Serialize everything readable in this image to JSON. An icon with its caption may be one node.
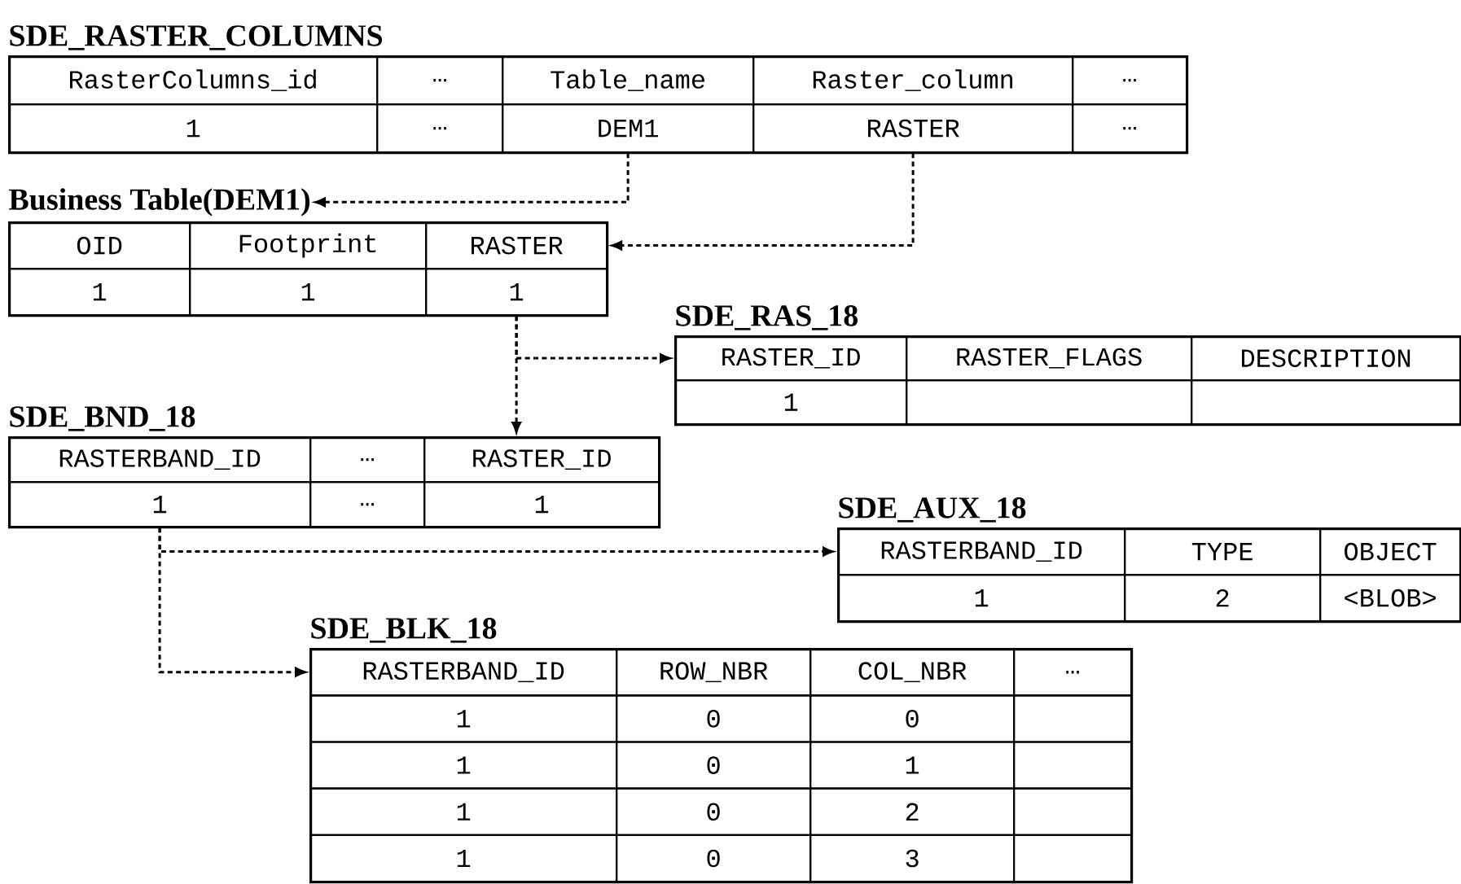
{
  "diagram": {
    "nodes": [
      {
        "text": [
          "SDE_RASTER_COLUMNS"
        ]
      },
      {
        "text": [
          "RasterColumns_id"
        ],
        "in": 0
      },
      {
        "text": [
          "…"
        ],
        "in": 0
      },
      {
        "text": [
          "Table_name"
        ],
        "in": 0
      },
      {
        "text": [
          "Raster_column"
        ],
        "in": 0
      },
      {
        "text": [
          "…"
        ],
        "in": 0
      },
      {
        "text": [
          "1"
        ],
        "in": 0
      },
      {
        "text": [
          "…"
        ],
        "in": 0
      },
      {
        "text": [
          "DEM1"
        ],
        "in": 0
      },
      {
        "text": [
          "RASTER"
        ],
        "in": 0
      },
      {
        "text": [
          "…"
        ],
        "in": 0
      },
      {
        "text": [
          "Business Table(DEM1)"
        ]
      },
      {
        "text": [
          "OID"
        ],
        "in": 11
      },
      {
        "text": [
          "Footprint"
        ],
        "in": 11
      },
      {
        "text": [
          "RASTER"
        ],
        "in": 11
      },
      {
        "text": [
          "1"
        ],
        "in": 11
      },
      {
        "text": [
          "1"
        ],
        "in": 11
      },
      {
        "text": [
          "1"
        ],
        "in": 11
      },
      {
        "text": [
          "SDE_RAS_18"
        ]
      },
      {
        "text": [
          "RASTER_ID"
        ],
        "in": 18
      },
      {
        "text": [
          "RASTER_FLAGS"
        ],
        "in": 18
      },
      {
        "text": [
          "DESCRIPTION"
        ],
        "in": 18
      },
      {
        "text": [
          "1"
        ],
        "in": 18
      },
      {
        "text": [],
        "shape": "box",
        "in": 18
      },
      {
        "text": [],
        "shape": "box",
        "in": 18
      },
      {
        "text": [
          "SDE_BND_18"
        ]
      },
      {
        "text": [
          "RASTERBAND_ID"
        ],
        "in": 25
      },
      {
        "text": [
          "…"
        ],
        "in": 25
      },
      {
        "text": [
          "RASTER_ID"
        ],
        "in": 25
      },
      {
        "text": [
          "1"
        ],
        "in": 25
      },
      {
        "text": [
          "…"
        ],
        "in": 25
      },
      {
        "text": [
          "1"
        ],
        "in": 25
      },
      {
        "text": [
          "SDE_AUX_18"
        ]
      },
      {
        "text": [
          "RASTERBAND_ID"
        ],
        "in": 32
      },
      {
        "text": [
          "TYPE"
        ],
        "in": 32
      },
      {
        "text": [
          "OBJECT"
        ],
        "in": 32
      },
      {
        "text": [
          "1"
        ],
        "in": 32
      },
      {
        "text": [
          "2"
        ],
        "in": 32
      },
      {
        "text": [
          "<BLOB>"
        ],
        "in": 32
      },
      {
        "text": [
          "SDE_BLK_18"
        ]
      },
      {
        "text": [
          "RASTERBAND_ID"
        ],
        "in": 39
      },
      {
        "text": [
          "ROW_NBR"
        ],
        "in": 39
      },
      {
        "text": [
          "COL_NBR"
        ],
        "in": 39
      },
      {
        "text": [
          "…"
        ],
        "in": 39
      },
      {
        "text": [
          "1"
        ],
        "in": 39
      },
      {
        "text": [
          "0"
        ],
        "in": 39
      },
      {
        "text": [
          "0"
        ],
        "in": 39
      },
      {
        "text": [],
        "shape": "box",
        "in": 39
      },
      {
        "text": [
          "1"
        ],
        "in": 39
      },
      {
        "text": [
          "0"
        ],
        "in": 39
      },
      {
        "text": [
          "1"
        ],
        "in": 39
      },
      {
        "text": [],
        "shape": "box",
        "in": 39
      },
      {
        "text": [
          "1"
        ],
        "in": 39
      },
      {
        "text": [
          "0"
        ],
        "in": 39
      },
      {
        "text": [
          "2"
        ],
        "in": 39
      },
      {
        "text": [],
        "shape": "box",
        "in": 39
      },
      {
        "text": [
          "1"
        ],
        "in": 39
      },
      {
        "text": [
          "0"
        ],
        "in": 39
      },
      {
        "text": [
          "3"
        ],
        "in": 39
      },
      {
        "text": [],
        "shape": "box",
        "in": 39
      }
    ],
    "edges": [
      {
        "from": 8,
        "to": 11,
        "arrow": "to",
        "style": "dashed"
      },
      {
        "from": 9,
        "to": 14,
        "arrow": "to",
        "style": "dashed"
      },
      {
        "from": 17,
        "to": 19,
        "arrow": "to",
        "style": "dashed"
      },
      {
        "from": 17,
        "to": 28,
        "arrow": "to",
        "style": "dashed"
      },
      {
        "from": 29,
        "to": 33,
        "arrow": "to",
        "style": "dashed"
      },
      {
        "from": 29,
        "to": 40,
        "arrow": "to",
        "style": "dashed"
      }
    ]
  }
}
